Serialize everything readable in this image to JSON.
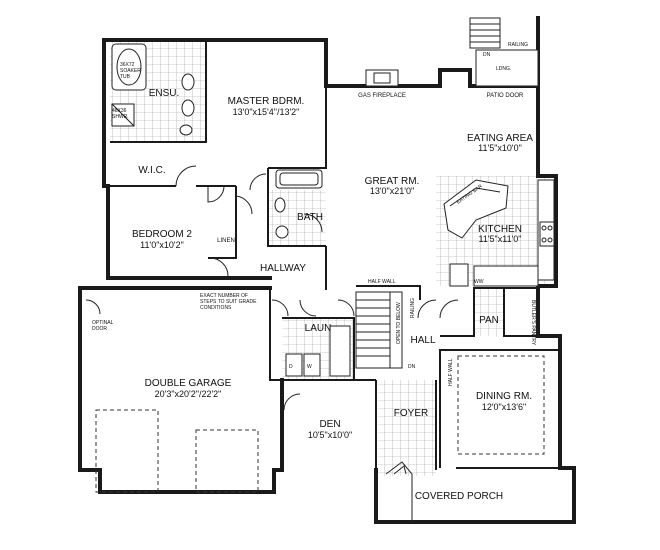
{
  "plan": {
    "rooms": {
      "master_bedroom": {
        "name": "MASTER BDRM.",
        "dims": "13'0\"x15'4\"/13'2\""
      },
      "ensuite": {
        "name": "ENSU."
      },
      "wic": {
        "name": "W.I.C."
      },
      "bedroom2": {
        "name": "BEDROOM 2",
        "dims": "11'0\"x10'2\""
      },
      "bath": {
        "name": "BATH"
      },
      "linen": {
        "name": "LINEN"
      },
      "hallway": {
        "name": "HALLWAY"
      },
      "great_room": {
        "name": "GREAT RM.",
        "dims": "13'0\"x21'0\""
      },
      "eating_area": {
        "name": "EATING AREA",
        "dims": "11'5\"x10'0\""
      },
      "kitchen": {
        "name": "KITCHEN",
        "dims": "11'5\"x11'0\""
      },
      "pan": {
        "name": "PAN"
      },
      "laun": {
        "name": "LAUN"
      },
      "hall": {
        "name": "HALL"
      },
      "den": {
        "name": "DEN",
        "dims": "10'5\"x10'0\""
      },
      "foyer": {
        "name": "FOYER"
      },
      "dining_room": {
        "name": "DINING RM.",
        "dims": "12'0\"x13'6\""
      },
      "double_garage": {
        "name": "DOUBLE GARAGE",
        "dims": "20'3\"x20'2\"/22'2\""
      },
      "covered_porch": {
        "name": "COVERED PORCH"
      }
    },
    "notes": {
      "soaker_tub": [
        "36X72",
        "SOAKER",
        "TUB"
      ],
      "shower": [
        "48X36",
        "SHWR."
      ],
      "gas_fireplace": "GAS FIREPLACE",
      "patio_door": "PATIO DOOR",
      "railing_top": "RAILING",
      "dn_top": "DN",
      "lndg": "LDNG.",
      "eating_bar": "EATING BAR",
      "half_wall_top": "HALF WALL",
      "half_wall_side": "HALF WALL",
      "railing_stair": "RAILING",
      "open_to_below": "OPEN TO BELOW",
      "dn_stair": "DN",
      "steps_note": [
        "EXACT NUMBER OF",
        "STEPS TO SUIT GRADE",
        "CONDITIONS"
      ],
      "optional_door": [
        "OPTINAL",
        "DOOR"
      ],
      "butlers_pantry": "BUTLER'S PANTRY",
      "ww": "WW",
      "d": "D",
      "w": "W"
    }
  }
}
